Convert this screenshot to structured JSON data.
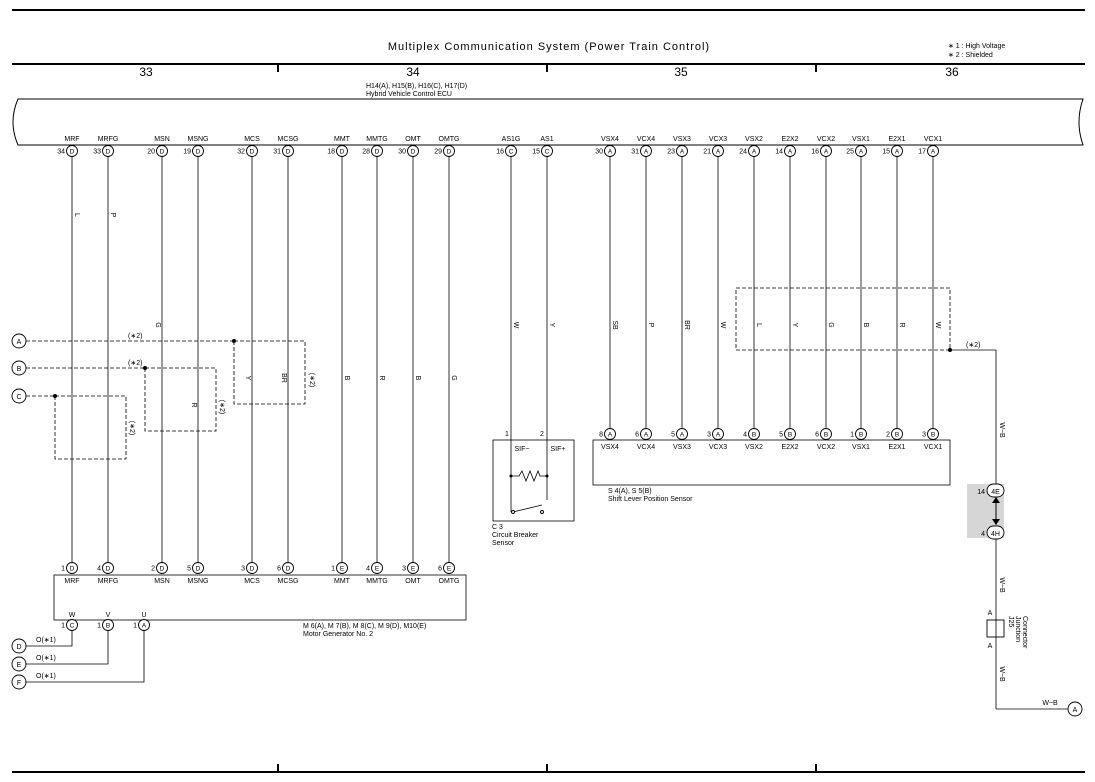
{
  "title": "Multiplex Communication System (Power Train Control)",
  "notes": [
    "∗ 1 : High Voltage",
    "∗ 2 : Shielded"
  ],
  "columns": [
    "33",
    "34",
    "35",
    "36"
  ],
  "ecu": {
    "name_line1": "H14(A), H15(B), H16(C), H17(D)",
    "name_line2": "Hybrid Vehicle Control ECU"
  },
  "ecu_pins": [
    {
      "label": "MRF",
      "num": "34",
      "conn": "D"
    },
    {
      "label": "MRFG",
      "num": "33",
      "conn": "D"
    },
    {
      "label": "MSN",
      "num": "20",
      "conn": "D"
    },
    {
      "label": "MSNG",
      "num": "19",
      "conn": "D"
    },
    {
      "label": "MCS",
      "num": "32",
      "conn": "D"
    },
    {
      "label": "MCSG",
      "num": "31",
      "conn": "D"
    },
    {
      "label": "MMT",
      "num": "18",
      "conn": "D"
    },
    {
      "label": "MMTG",
      "num": "28",
      "conn": "D"
    },
    {
      "label": "OMT",
      "num": "30",
      "conn": "D"
    },
    {
      "label": "OMTG",
      "num": "29",
      "conn": "D"
    },
    {
      "label": "AS1G",
      "num": "16",
      "conn": "C"
    },
    {
      "label": "AS1",
      "num": "15",
      "conn": "C"
    },
    {
      "label": "VSX4",
      "num": "30",
      "conn": "A"
    },
    {
      "label": "VCX4",
      "num": "31",
      "conn": "A"
    },
    {
      "label": "VSX3",
      "num": "23",
      "conn": "A"
    },
    {
      "label": "VCX3",
      "num": "21",
      "conn": "A"
    },
    {
      "label": "VSX2",
      "num": "24",
      "conn": "A"
    },
    {
      "label": "E2X2",
      "num": "14",
      "conn": "A"
    },
    {
      "label": "VCX2",
      "num": "16",
      "conn": "A"
    },
    {
      "label": "VSX1",
      "num": "25",
      "conn": "A"
    },
    {
      "label": "E2X1",
      "num": "15",
      "conn": "A"
    },
    {
      "label": "VCX1",
      "num": "17",
      "conn": "A"
    }
  ],
  "wire_colors": [
    "L",
    "P",
    "G",
    "R",
    "Y",
    "BR",
    "B",
    "R",
    "B",
    "G",
    "W",
    "Y",
    "SB",
    "P",
    "BR",
    "W",
    "L",
    "Y",
    "G",
    "B",
    "R",
    "W"
  ],
  "motor": {
    "name_line1": "M 6(A), M 7(B), M 8(C), M 9(D), M10(E)",
    "name_line2": "Motor Generator No. 2",
    "pins": [
      {
        "label": "MRF",
        "num": "1",
        "conn": "D"
      },
      {
        "label": "MRFG",
        "num": "4",
        "conn": "D"
      },
      {
        "label": "MSN",
        "num": "2",
        "conn": "D"
      },
      {
        "label": "MSNG",
        "num": "5",
        "conn": "D"
      },
      {
        "label": "MCS",
        "num": "3",
        "conn": "D"
      },
      {
        "label": "MCSG",
        "num": "6",
        "conn": "D"
      },
      {
        "label": "MMT",
        "num": "1",
        "conn": "E"
      },
      {
        "label": "MMTG",
        "num": "4",
        "conn": "E"
      },
      {
        "label": "OMT",
        "num": "3",
        "conn": "E"
      },
      {
        "label": "OMTG",
        "num": "6",
        "conn": "E"
      }
    ],
    "phase_pins": [
      {
        "label": "W",
        "num": "1",
        "conn": "C"
      },
      {
        "label": "V",
        "num": "1",
        "conn": "B"
      },
      {
        "label": "U",
        "num": "1",
        "conn": "A"
      }
    ]
  },
  "phase_wires": [
    {
      "ref": "D",
      "color": "O(∗1)"
    },
    {
      "ref": "E",
      "color": "O(∗1)"
    },
    {
      "ref": "F",
      "color": "O(∗1)"
    }
  ],
  "shield_refs": [
    "A",
    "B",
    "C"
  ],
  "shield_note": "(∗2)",
  "breaker": {
    "name_line1": "C 3",
    "name_line2": "Circuit Breaker",
    "name_line3": "Sensor",
    "pin1": "1",
    "pin2": "2",
    "label1": "SIF−",
    "label2": "SIF+"
  },
  "shift": {
    "name_line1": "S 4(A), S 5(B)",
    "name_line2": "Shift Lever Position Sensor",
    "pins": [
      {
        "label": "VSX4",
        "num": "8",
        "conn": "A"
      },
      {
        "label": "VCX4",
        "num": "6",
        "conn": "A"
      },
      {
        "label": "VSX3",
        "num": "5",
        "conn": "A"
      },
      {
        "label": "VCX3",
        "num": "3",
        "conn": "A"
      },
      {
        "label": "VSX2",
        "num": "4",
        "conn": "B"
      },
      {
        "label": "E2X2",
        "num": "5",
        "conn": "B"
      },
      {
        "label": "VCX2",
        "num": "6",
        "conn": "B"
      },
      {
        "label": "VSX1",
        "num": "1",
        "conn": "B"
      },
      {
        "label": "E2X1",
        "num": "2",
        "conn": "B"
      },
      {
        "label": "VCX1",
        "num": "3",
        "conn": "B"
      }
    ]
  },
  "ground": {
    "wire1": "W−B",
    "conn_top_num": "14",
    "conn_top": "4E",
    "conn_bot_num": "4",
    "conn_bot": "4H",
    "wire2": "W−B",
    "jc_name_line1": "J25",
    "jc_name_line2": "Junction",
    "jc_name_line3": "Connector",
    "jc_pin": "A",
    "wire3": "W−B",
    "wire4": "W−B",
    "end_ref": "A"
  }
}
